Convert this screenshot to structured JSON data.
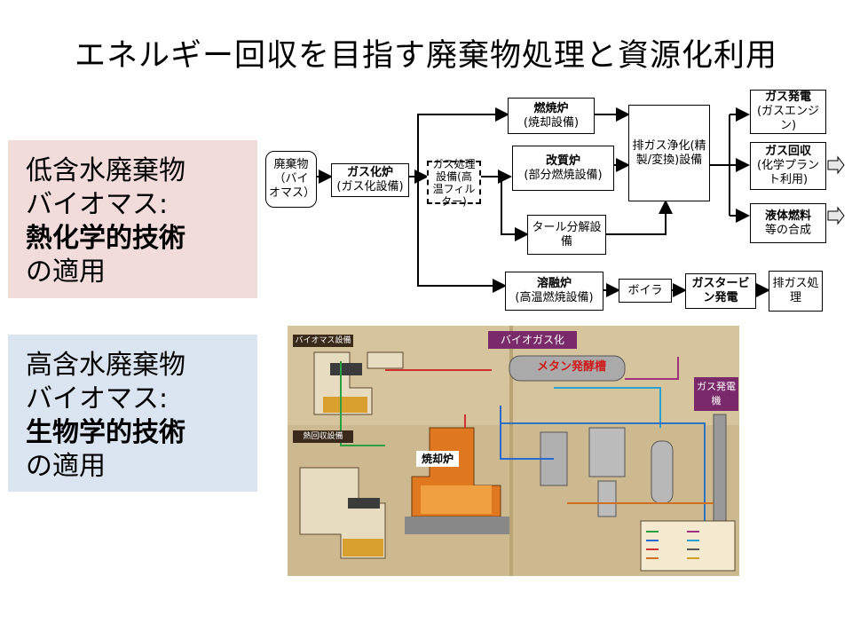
{
  "title": "エネルギー回収を目指す廃棄物処理と資源化利用",
  "panels": {
    "low": {
      "line1": "低含水廃棄物",
      "line2": "バイオマス:",
      "line3": "熱化学的技術",
      "line4": "の適用"
    },
    "high": {
      "line1": "高含水廃棄物",
      "line2": "バイオマス:",
      "line3": "生物学的技術",
      "line4": "の適用"
    }
  },
  "flow": {
    "waste": "廃棄物（バイオマス）",
    "gasifier": {
      "head": "ガス化炉",
      "text": "(ガス化設備)"
    },
    "gas_treat": "ガス処理設備(高温フィルター)",
    "burner": {
      "head": "燃焼炉",
      "text": "(焼却設備)"
    },
    "reformer": {
      "head": "改質炉",
      "text": "(部分燃焼設備)"
    },
    "tar": "タール分解設備",
    "exhaust_purify": "排ガス浄化(精製/変換)設備",
    "gas_power": {
      "head": "ガス発電",
      "text": "(ガスエンジン)"
    },
    "gas_recovery": {
      "head": "ガス回収",
      "text": "(化学プラント利用)"
    },
    "liquid_fuel": {
      "head": "液体燃料",
      "text": "等の合成"
    },
    "melting": {
      "head": "溶融炉",
      "text": "(高温燃焼設備)"
    },
    "boiler": "ボイラ",
    "gas_turbine": "ガスタービン発電",
    "exhaust_treat": "排ガス処理"
  },
  "photo": {
    "biomass_header": "バイオマス設備",
    "heat_header": "熱回収設備",
    "biogas_label": "バイオガス化",
    "methane_label": "メタン発酵槽",
    "gas_generator_label": "ガス発電機",
    "incinerator_label": "焼却炉"
  }
}
